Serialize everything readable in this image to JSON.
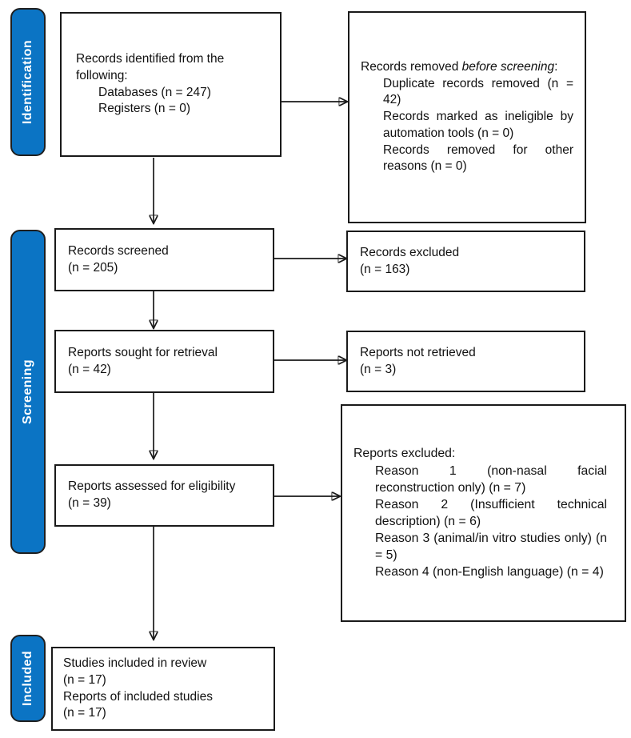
{
  "diagram": {
    "stages": [
      {
        "label": "Identification"
      },
      {
        "label": "Screening"
      },
      {
        "label": "Included"
      }
    ],
    "boxes": {
      "identified": {
        "title": "Records identified from the following:",
        "items": [
          "Databases (n = 247)",
          "Registers (n = 0)"
        ]
      },
      "removed": {
        "title_prefix": "Records removed ",
        "title_italic": "before screening",
        "title_suffix": ":",
        "items": [
          "Duplicate records removed (n = 42)",
          "Records marked as ineligible by automation tools (n = 0)",
          "Records removed for other reasons (n = 0)"
        ]
      },
      "screened": {
        "line1": "Records screened",
        "line2": "(n = 205)"
      },
      "records_excluded": {
        "line1": "Records excluded",
        "line2": "(n = 163)"
      },
      "sought": {
        "line1": "Reports sought for retrieval",
        "line2": "(n = 42)"
      },
      "not_retrieved": {
        "line1": "Reports not retrieved",
        "line2": "(n = 3)"
      },
      "assessed": {
        "line1": "Reports assessed for eligibility",
        "line2": "(n = 39)"
      },
      "reports_excluded": {
        "title": "Reports excluded:",
        "items": [
          "Reason 1 (non-nasal facial reconstruction only) (n = 7)",
          "Reason 2 (Insufficient technical description) (n = 6)",
          "Reason 3 (animal/in vitro studies only) (n = 5)",
          "Reason 4 (non-English language) (n = 4)"
        ]
      },
      "included": {
        "line1": "Studies included in review",
        "line2": "(n = 17)",
        "line3": "Reports of included studies",
        "line4": "(n = 17)"
      }
    },
    "colors": {
      "stage_fill": "#0B74C4",
      "stage_text": "#FFFFFF",
      "box_border": "#1A1A1A",
      "arrow": "#1A1A1A"
    }
  }
}
